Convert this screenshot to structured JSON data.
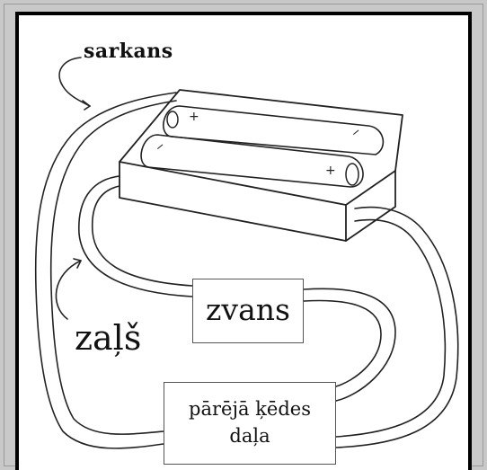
{
  "labels": {
    "red_wire": "sarkans",
    "green_wire": "zaļš",
    "bell": "zvans",
    "rest_line1": "pārējā ķēdes",
    "rest_line2": "daļa"
  },
  "battery_marks": {
    "plus_top": "+",
    "minus_top": "−",
    "plus_bottom": "+",
    "minus_bottom": "−"
  },
  "colors": {
    "frame": "#c8c8c8",
    "border": "#000000",
    "ink": "#111111"
  }
}
